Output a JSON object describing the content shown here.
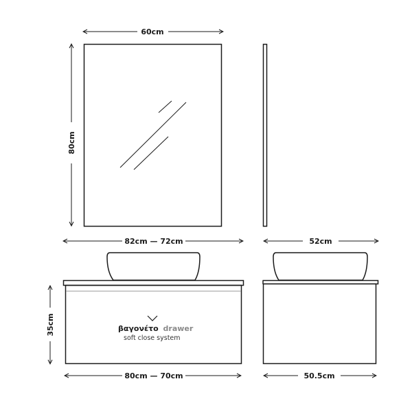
{
  "mirror": {
    "width_label": "60cm",
    "height_label": "80cm"
  },
  "vanity_front": {
    "top_width_label": "82cm — 72cm",
    "height_label": "35cm",
    "bottom_width_label": "80cm — 70cm",
    "drawer_label_greek": "βαγονέτο",
    "drawer_label_english": "drawer",
    "drawer_subtitle": "soft close system"
  },
  "vanity_side": {
    "top_width_label": "52cm",
    "bottom_width_label": "50.5cm"
  },
  "colors": {
    "line": "#1a1a1a",
    "muted_text": "#8a8a8a"
  }
}
